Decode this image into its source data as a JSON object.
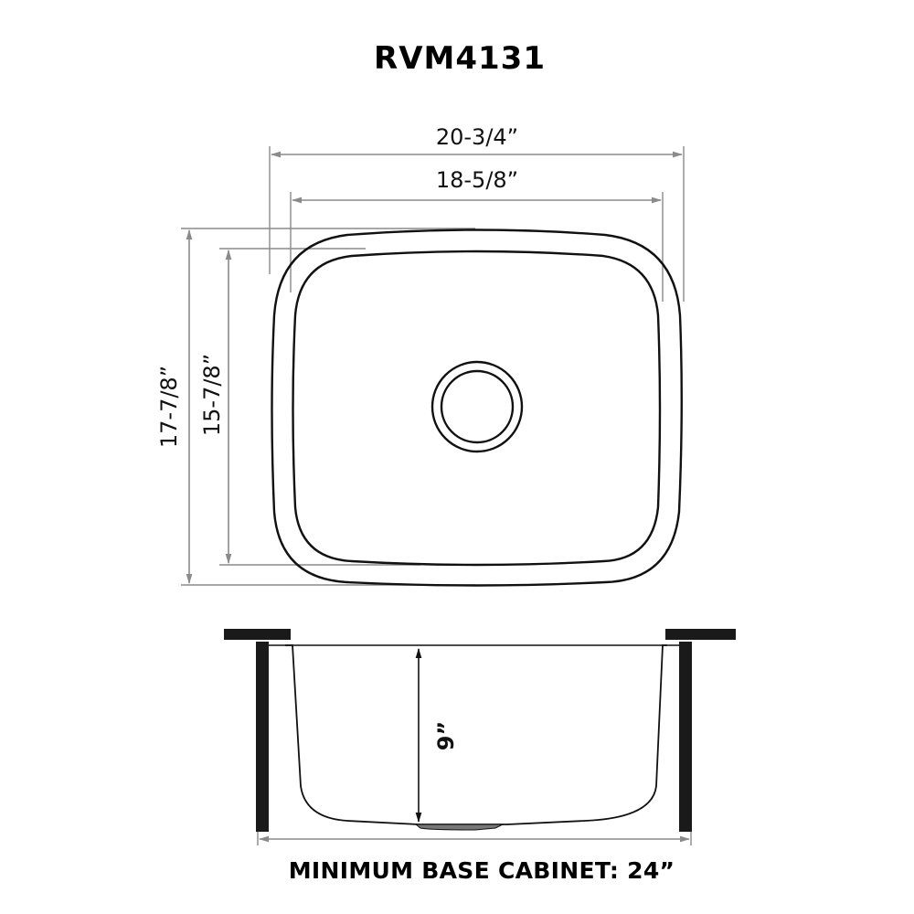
{
  "title": "RVM4131",
  "top_view": {
    "overall_width": "20-3/4”",
    "bowl_width": "18-5/8”",
    "overall_depth": "17-7/8”",
    "bowl_depth": "15-7/8”",
    "drain": "drain-opening"
  },
  "side_view": {
    "bowl_depth": "9”"
  },
  "footer": "MINIMUM BASE CABINET: 24”",
  "colors": {
    "line": "#111111",
    "dimension": "#8a8a8a",
    "background": "#ffffff"
  }
}
